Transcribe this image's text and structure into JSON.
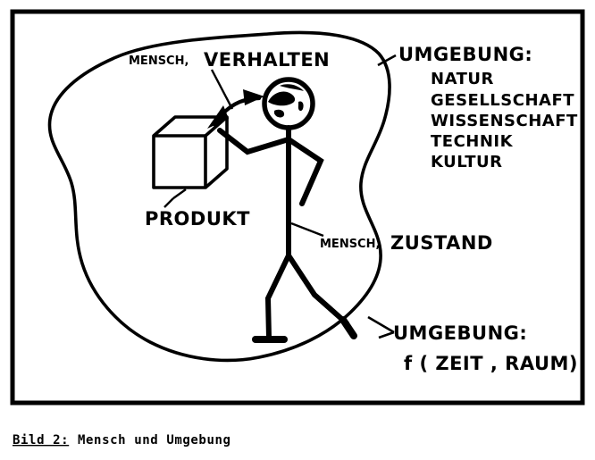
{
  "figure": {
    "caption_label": "Bild 2:",
    "caption_title": "Mensch und Umgebung",
    "ink_color": "#000000",
    "background_color": "#ffffff"
  },
  "labels": {
    "behavior_small": "MENSCH,",
    "behavior_large": "VERHALTEN",
    "product": "PRODUKT",
    "state_small": "MENSCH,",
    "state_large": "ZUSTAND",
    "environment_title": "UMGEBUNG:",
    "environment_items": [
      "NATUR",
      "GESELLSCHAFT",
      "WISSENSCHAFT",
      "TECHNIK",
      "KULTUR"
    ],
    "environment_time_title": "UMGEBUNG:",
    "environment_time_formula": "f ( ZEIT , RAUM)"
  },
  "diagram_elements": {
    "frame": "outer-rectangle-border",
    "blob": "environment-boundary-blob",
    "cube": "product-cube",
    "person": "stick-figure-person",
    "arrow": "double-headed-interaction-arrow",
    "leader_lines": 4
  }
}
